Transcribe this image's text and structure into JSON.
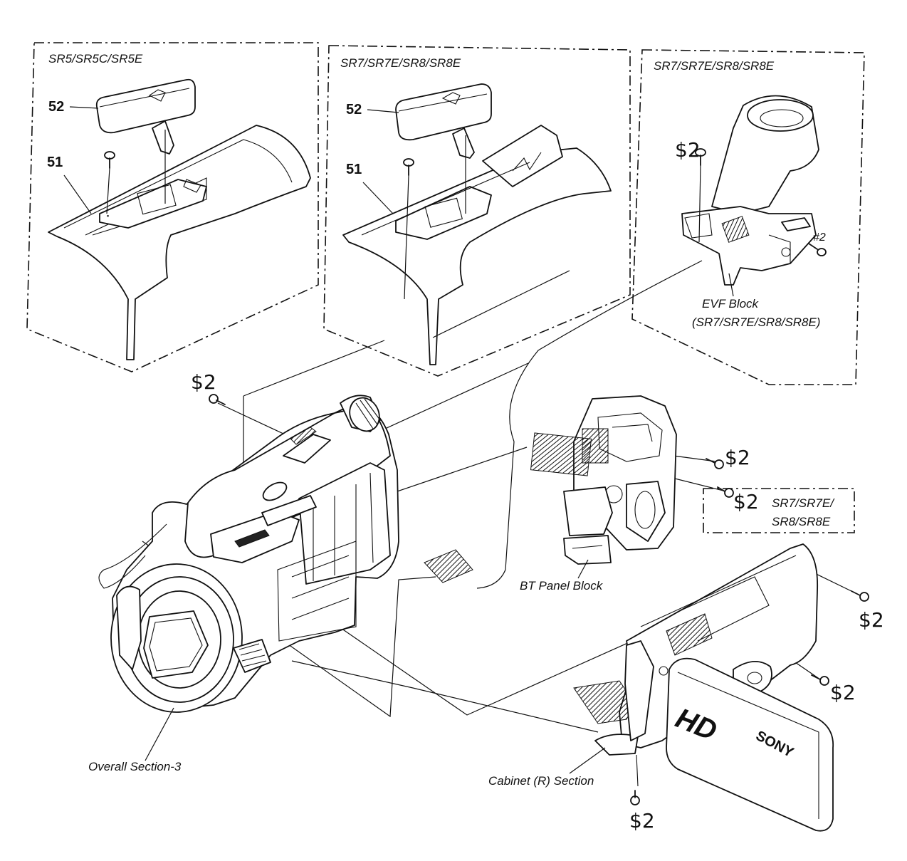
{
  "boxes": {
    "left_title": "SR5/SR5C/SR5E",
    "middle_title": "SR7/SR7E/SR8/SR8E",
    "right_title": "SR7/SR7E/SR8/SR8E",
    "small_line1": "SR7/SR7E/",
    "small_line2": "SR8/SR8E"
  },
  "parts": {
    "p52": "52",
    "p51": "51",
    "screw_hash2": "#2",
    "screw_mark": "$2"
  },
  "labels": {
    "evf_line1": "EVF Block",
    "evf_line2": "(SR7/SR7E/SR8/SR8E)",
    "bt_panel": "BT Panel Block",
    "overall": "Overall Section-3",
    "cabinet": "Cabinet (R) Section"
  },
  "brand": {
    "hd_logo": "HD",
    "sony_logo": "SONY"
  },
  "colors": {
    "ink": "#111111",
    "paper": "#ffffff"
  }
}
